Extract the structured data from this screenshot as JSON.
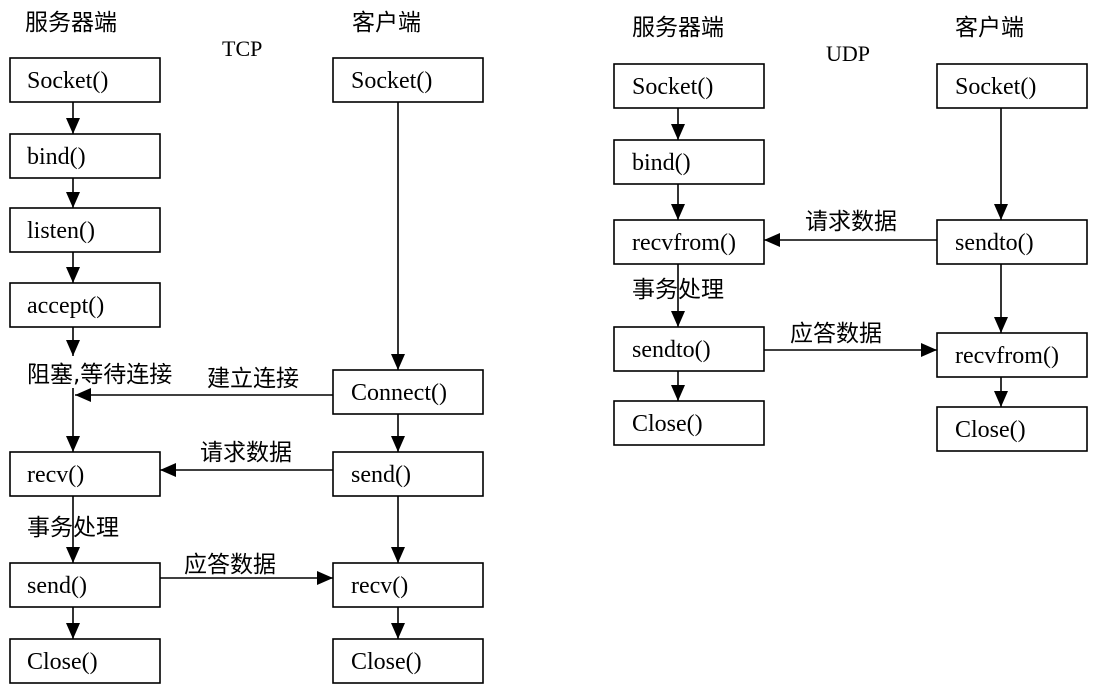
{
  "tcp": {
    "title": "TCP",
    "server_header": "服务器端",
    "client_header": "客户端",
    "server_steps": [
      "Socket()",
      "bind()",
      "listen()",
      "accept()",
      "recv()",
      "send()",
      "Close()"
    ],
    "client_steps": [
      "Socket()",
      "Connect()",
      "send()",
      "recv()",
      "Close()"
    ],
    "labels": {
      "blocking": "阻塞,等待连接",
      "connect": "建立连接",
      "request": "请求数据",
      "processing": "事务处理",
      "response": "应答数据"
    }
  },
  "udp": {
    "title": "UDP",
    "server_header": "服务器端",
    "client_header": "客户端",
    "server_steps": [
      "Socket()",
      "bind()",
      "recvfrom()",
      "sendto()",
      "Close()"
    ],
    "client_steps": [
      "Socket()",
      "sendto()",
      "recvfrom()",
      "Close()"
    ],
    "labels": {
      "request": "请求数据",
      "processing": "事务处理",
      "response": "应答数据"
    }
  }
}
